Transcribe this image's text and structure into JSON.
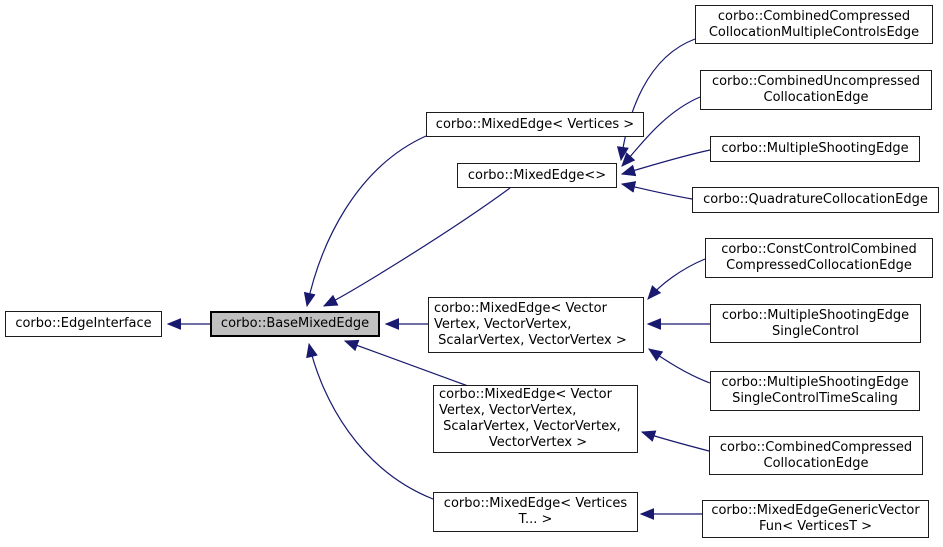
{
  "diagram": {
    "type": "inheritance-graph",
    "colors": {
      "edge": "#191970",
      "node_fill": "#ffffff",
      "node_border": "#1c1c1c",
      "highlight_fill": "#c0c0c0",
      "background": "#ffffff"
    }
  },
  "nodes": {
    "edge_interface": {
      "lines": [
        "corbo::EdgeInterface"
      ]
    },
    "base_mixed_edge": {
      "lines": [
        "corbo::BaseMixedEdge"
      ],
      "highlighted": true
    },
    "mixed_edge_vertices": {
      "lines": [
        "corbo::MixedEdge< Vertices >"
      ]
    },
    "mixed_edge_empty": {
      "lines": [
        "corbo::MixedEdge<>"
      ]
    },
    "mixed_edge_4args": {
      "lines": [
        "corbo::MixedEdge< Vector",
        "Vertex, VectorVertex,",
        " ScalarVertex, VectorVertex >"
      ]
    },
    "mixed_edge_5args": {
      "lines": [
        "corbo::MixedEdge< Vector",
        "Vertex, VectorVertex,",
        " ScalarVertex, VectorVertex,",
        "VectorVertex >"
      ]
    },
    "mixed_edge_verticest": {
      "lines": [
        "corbo::MixedEdge< Vertices",
        "T... >"
      ]
    },
    "combined_compressed_multiple_controls": {
      "lines": [
        "corbo::CombinedCompressed",
        "CollocationMultipleControlsEdge"
      ]
    },
    "combined_uncompressed": {
      "lines": [
        "corbo::CombinedUncompressed",
        "CollocationEdge"
      ]
    },
    "multiple_shooting": {
      "lines": [
        "corbo::MultipleShootingEdge"
      ]
    },
    "quadrature_collocation": {
      "lines": [
        "corbo::QuadratureCollocationEdge"
      ]
    },
    "const_control_combined": {
      "lines": [
        "corbo::ConstControlCombined",
        "CompressedCollocationEdge"
      ]
    },
    "ms_single_control": {
      "lines": [
        "corbo::MultipleShootingEdge",
        "SingleControl"
      ]
    },
    "ms_single_control_time_scaling": {
      "lines": [
        "corbo::MultipleShootingEdge",
        "SingleControlTimeScaling"
      ]
    },
    "combined_compressed": {
      "lines": [
        "corbo::CombinedCompressed",
        "CollocationEdge"
      ]
    },
    "generic_vector_fun": {
      "lines": [
        "corbo::MixedEdgeGenericVector",
        "Fun< VerticesT >"
      ]
    }
  },
  "edges": [
    {
      "from": "base_mixed_edge",
      "to": "edge_interface"
    },
    {
      "from": "mixed_edge_vertices",
      "to": "base_mixed_edge"
    },
    {
      "from": "mixed_edge_empty",
      "to": "base_mixed_edge"
    },
    {
      "from": "mixed_edge_4args",
      "to": "base_mixed_edge"
    },
    {
      "from": "mixed_edge_5args",
      "to": "base_mixed_edge"
    },
    {
      "from": "mixed_edge_verticest",
      "to": "base_mixed_edge"
    },
    {
      "from": "combined_compressed_multiple_controls",
      "to": "mixed_edge_empty"
    },
    {
      "from": "combined_uncompressed",
      "to": "mixed_edge_empty"
    },
    {
      "from": "multiple_shooting",
      "to": "mixed_edge_empty"
    },
    {
      "from": "quadrature_collocation",
      "to": "mixed_edge_empty"
    },
    {
      "from": "const_control_combined",
      "to": "mixed_edge_4args"
    },
    {
      "from": "ms_single_control",
      "to": "mixed_edge_4args"
    },
    {
      "from": "ms_single_control_time_scaling",
      "to": "mixed_edge_4args"
    },
    {
      "from": "combined_compressed",
      "to": "mixed_edge_5args"
    },
    {
      "from": "generic_vector_fun",
      "to": "mixed_edge_verticest"
    }
  ]
}
